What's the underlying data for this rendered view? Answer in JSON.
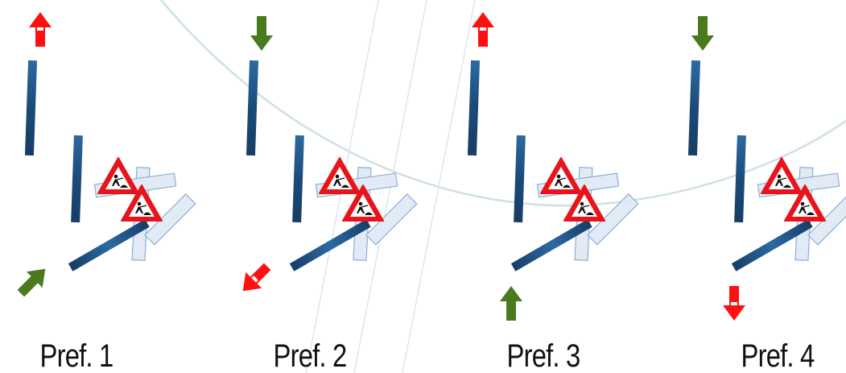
{
  "panels": [
    {
      "label": "Pref. 1",
      "in_arrow": {
        "dir": "northeast",
        "color": "#4a7a1e"
      },
      "out_arrow": {
        "dir": "north",
        "color": "#ff1010"
      }
    },
    {
      "label": "Pref. 2",
      "in_arrow": {
        "dir": "south",
        "color": "#4a7a1e"
      },
      "out_arrow": {
        "dir": "southwest",
        "color": "#ff1010"
      }
    },
    {
      "label": "Pref. 3",
      "in_arrow": {
        "dir": "north",
        "color": "#4a7a1e"
      },
      "out_arrow": {
        "dir": "north",
        "color": "#ff1010"
      }
    },
    {
      "label": "Pref. 4",
      "in_arrow": {
        "dir": "south",
        "color": "#4a7a1e"
      },
      "out_arrow": {
        "dir": "south",
        "color": "#ff1010"
      }
    }
  ],
  "colors": {
    "bar": "#1f4f7e",
    "ghost_fill": "#dfe9f5",
    "ghost_stroke": "#7ea6d3",
    "sign_red": "#e8141b",
    "road_line": "#c9dce0",
    "green_arrow": "#4a7a1e",
    "red_arrow": "#ff1010"
  },
  "icons": [
    "roadworks-sign-icon",
    "arrow-icon"
  ]
}
